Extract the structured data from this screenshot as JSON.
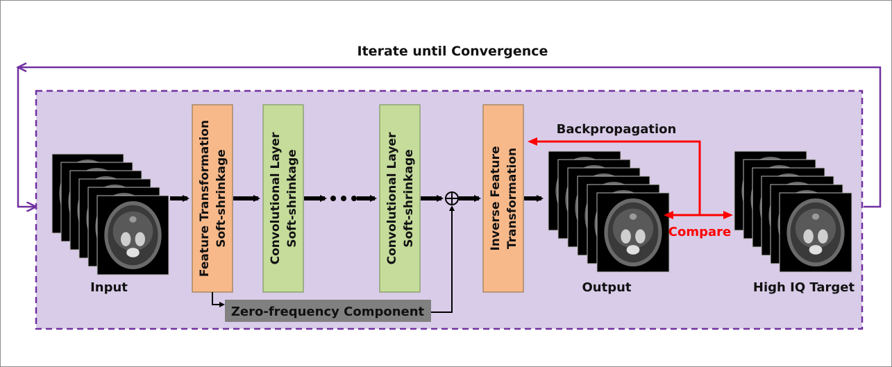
{
  "title": "Iterate until Convergence",
  "input_label": "Input",
  "output_label": "Output",
  "target_label": "High IQ Target",
  "blocks": {
    "feature_transform": [
      "Feature Transformation",
      "Soft-shrinkage"
    ],
    "conv_layer_1": [
      "Convolutional Layer",
      "Soft-shrinkage"
    ],
    "conv_layer_2": [
      "Convolutional Layer",
      "Soft-shrinkage"
    ],
    "inverse_transform": [
      "Inverse Feature",
      "Transformation"
    ]
  },
  "zero_freq_label": "Zero-frequency Component",
  "backprop_label": "Backpropagation",
  "compare_label": "Compare",
  "sum_symbol": "⊕",
  "colors": {
    "loop": "#7030a0",
    "region_fill": "#d9cce8",
    "feature_box": "#f8b98a",
    "conv_box": "#c5dc9b",
    "zero_box": "#808080",
    "feedback": "#ff0000",
    "arrow": "#000000"
  }
}
